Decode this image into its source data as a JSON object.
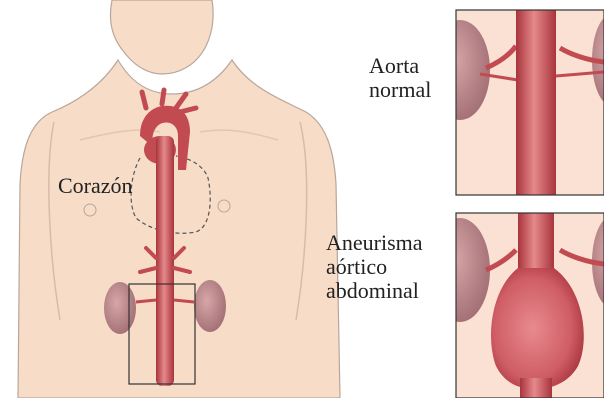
{
  "labels": {
    "heart": "Corazón",
    "normal_line1": "Aorta",
    "normal_line2": "normal",
    "aneurysm_line1": "Aneurisma",
    "aneurysm_line2": "aórtico",
    "aneurysm_line3": "abdominal"
  },
  "colors": {
    "skin": "#f7dcc7",
    "skin_outline": "#b9a69b",
    "aorta": "#c24b51",
    "aorta_light": "#e28a8c",
    "kidney": "#b27f83",
    "panel_bg": "#fbe1d3"
  }
}
